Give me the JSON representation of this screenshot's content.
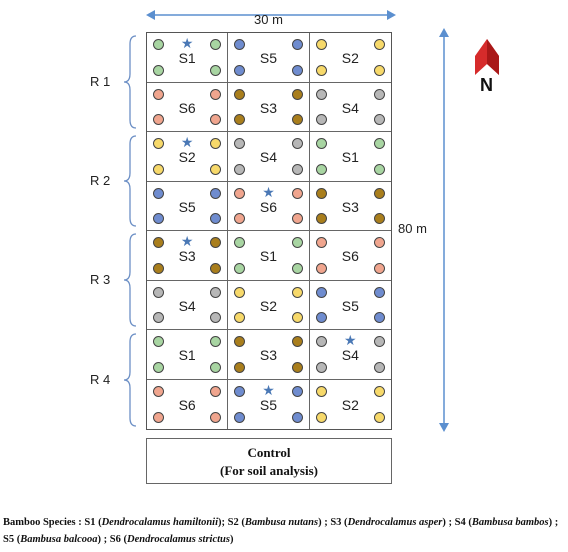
{
  "dimensions": {
    "width_label": "30 m",
    "length_label": "80 m"
  },
  "north": {
    "label": "N",
    "arrow_color": "#d62b2b"
  },
  "replications": [
    {
      "label": "R 1"
    },
    {
      "label": "R 2"
    },
    {
      "label": "R 3"
    },
    {
      "label": "R 4"
    }
  ],
  "species_colors": {
    "S1": "#a8d5a2",
    "S2": "#f7d96a",
    "S3": "#a97e1c",
    "S4": "#b7b7b7",
    "S5": "#6f8ccf",
    "S6": "#f0a58e"
  },
  "star_color": "#4a78b5",
  "plots": [
    [
      "S1",
      "S5",
      "S2"
    ],
    [
      "S6",
      "S3",
      "S4"
    ],
    [
      "S2",
      "S4",
      "S1"
    ],
    [
      "S5",
      "S6",
      "S3"
    ],
    [
      "S3",
      "S1",
      "S6"
    ],
    [
      "S4",
      "S2",
      "S5"
    ],
    [
      "S1",
      "S3",
      "S4"
    ],
    [
      "S6",
      "S5",
      "S2"
    ]
  ],
  "starred_plots": [
    "0-0",
    "2-0",
    "3-1",
    "4-0",
    "6-2",
    "7-1"
  ],
  "control": {
    "line1": "Control",
    "line2": "(For soil analysis)"
  },
  "legend": {
    "prefix": "Bamboo Species : ",
    "items": [
      {
        "code": "S1",
        "name": "Dendrocalamus hamiltonii",
        "after": "; "
      },
      {
        "code": "S2",
        "name": "Bambusa nutans",
        "after": " ; "
      },
      {
        "code": "S3",
        "name": "Dendrocalamus asper",
        "after": " ; "
      },
      {
        "code": "S4",
        "name": "Bambusa bambos",
        "after": " ; "
      },
      {
        "code": "S5",
        "name": "Bambusa balcooa",
        "after": " ; "
      },
      {
        "code": "S6",
        "name": "Dendrocalamus strictus",
        "after": ""
      }
    ]
  }
}
